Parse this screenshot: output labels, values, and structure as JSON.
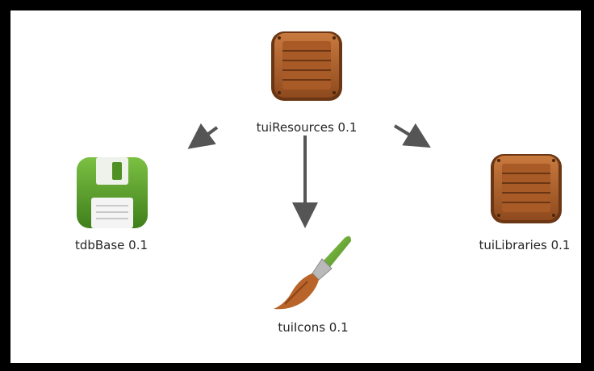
{
  "diagram": {
    "nodes": {
      "resources": {
        "label": "tuiResources 0.1",
        "icon": "wooden-crate-icon"
      },
      "base": {
        "label": "tdbBase 0.1",
        "icon": "green-floppy-disk-icon"
      },
      "icons": {
        "label": "tuiIcons 0.1",
        "icon": "paintbrush-icon"
      },
      "libraries": {
        "label": "tuiLibraries 0.1",
        "icon": "wooden-crate-icon"
      }
    },
    "edges": [
      {
        "from": "resources",
        "to": "base"
      },
      {
        "from": "resources",
        "to": "icons"
      },
      {
        "from": "resources",
        "to": "libraries"
      }
    ],
    "colors": {
      "frame": "#000000",
      "background": "#ffffff",
      "arrow": "#555555",
      "crate": "#b4632e",
      "floppy": "#5aa02c",
      "brush_handle": "#6aa82f",
      "label": "#262626"
    }
  }
}
